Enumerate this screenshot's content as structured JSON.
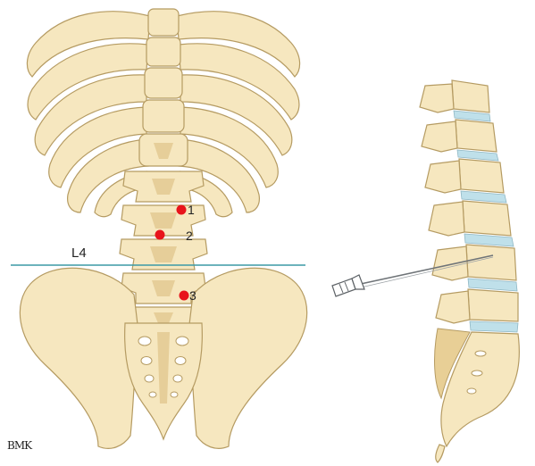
{
  "labels": {
    "level_line": "L4",
    "point_1": "1",
    "point_2": "2",
    "point_3": "3",
    "signature": "BMK"
  },
  "colors": {
    "bone": "#f6e7bf",
    "bone_outline": "#b59b62",
    "disc": "#bfe0ea",
    "marker": "#e8141b",
    "level_line": "#3b9aa5",
    "needle": "#6f7478"
  },
  "icons": {
    "puncture_points": "red-dot",
    "needle": "spinal-needle"
  }
}
